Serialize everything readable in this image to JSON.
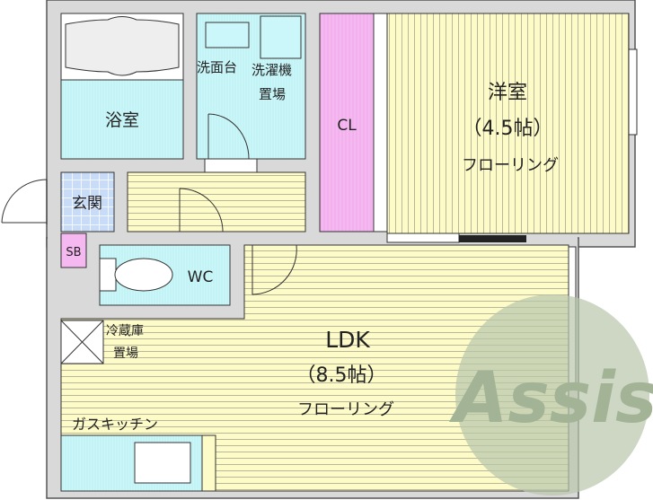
{
  "rooms": {
    "bath": {
      "label": "浴室"
    },
    "washbasin": {
      "label": "洗面台"
    },
    "washer": {
      "line1": "洗濯機",
      "line2": "置場"
    },
    "closet": {
      "label": "CL"
    },
    "western": {
      "name": "洋室",
      "size": "（4.5帖）",
      "floor": "フローリング"
    },
    "entrance": {
      "label": "玄関"
    },
    "shoebox": {
      "label": "SB"
    },
    "toilet": {
      "label": "WC"
    },
    "fridge": {
      "line1": "冷蔵庫",
      "line2": "置場"
    },
    "ldk": {
      "name": "LDK",
      "size": "（8.5帖）",
      "floor": "フローリング"
    },
    "kitchen": {
      "label": "ガスキッチン"
    }
  },
  "watermark": {
    "text": "Assist"
  },
  "colors": {
    "wall": "#d9d9d9",
    "wet_area": "#ccf7fa",
    "flooring": "#fdfbc8",
    "closet": "#f6b8f0",
    "entrance_tile": "#c9dcf7",
    "logo": "#a9b99a"
  }
}
